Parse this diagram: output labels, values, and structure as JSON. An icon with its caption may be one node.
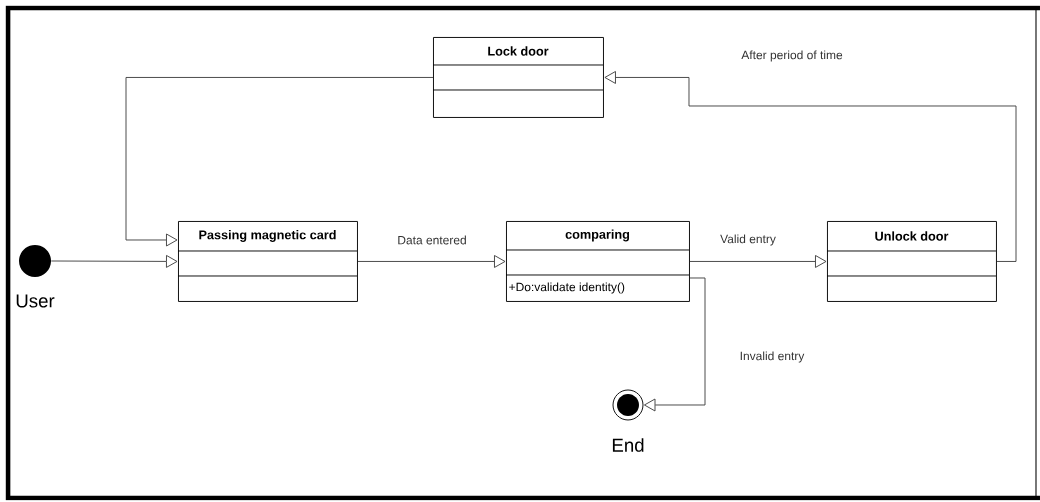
{
  "diagram": {
    "nodes": [
      {
        "text": [],
        "shape": "circle",
        "beside": [
          "User"
        ]
      },
      {
        "text": [
          "Lock door"
        ]
      },
      {
        "text": [
          "Passing magnetic card"
        ]
      },
      {
        "text": [
          "comparing",
          "+Do:validate identity()"
        ]
      },
      {
        "text": [
          "Unlock door"
        ]
      },
      {
        "text": [],
        "shape": "bullseye",
        "beside": [
          "End"
        ]
      }
    ],
    "edges": [
      {
        "from": 0,
        "to": 2,
        "arrow": "to"
      },
      {
        "from": 1,
        "to": 2,
        "arrow": "to"
      },
      {
        "from": 2,
        "to": 3,
        "arrow": "to",
        "label": "Data entered"
      },
      {
        "from": 3,
        "to": 4,
        "arrow": "to",
        "label": "Valid entry"
      },
      {
        "from": 4,
        "to": 1,
        "arrow": "to",
        "label": "After period of time"
      },
      {
        "from": 3,
        "to": 5,
        "arrow": "to",
        "label": "Invalid entry"
      }
    ]
  }
}
